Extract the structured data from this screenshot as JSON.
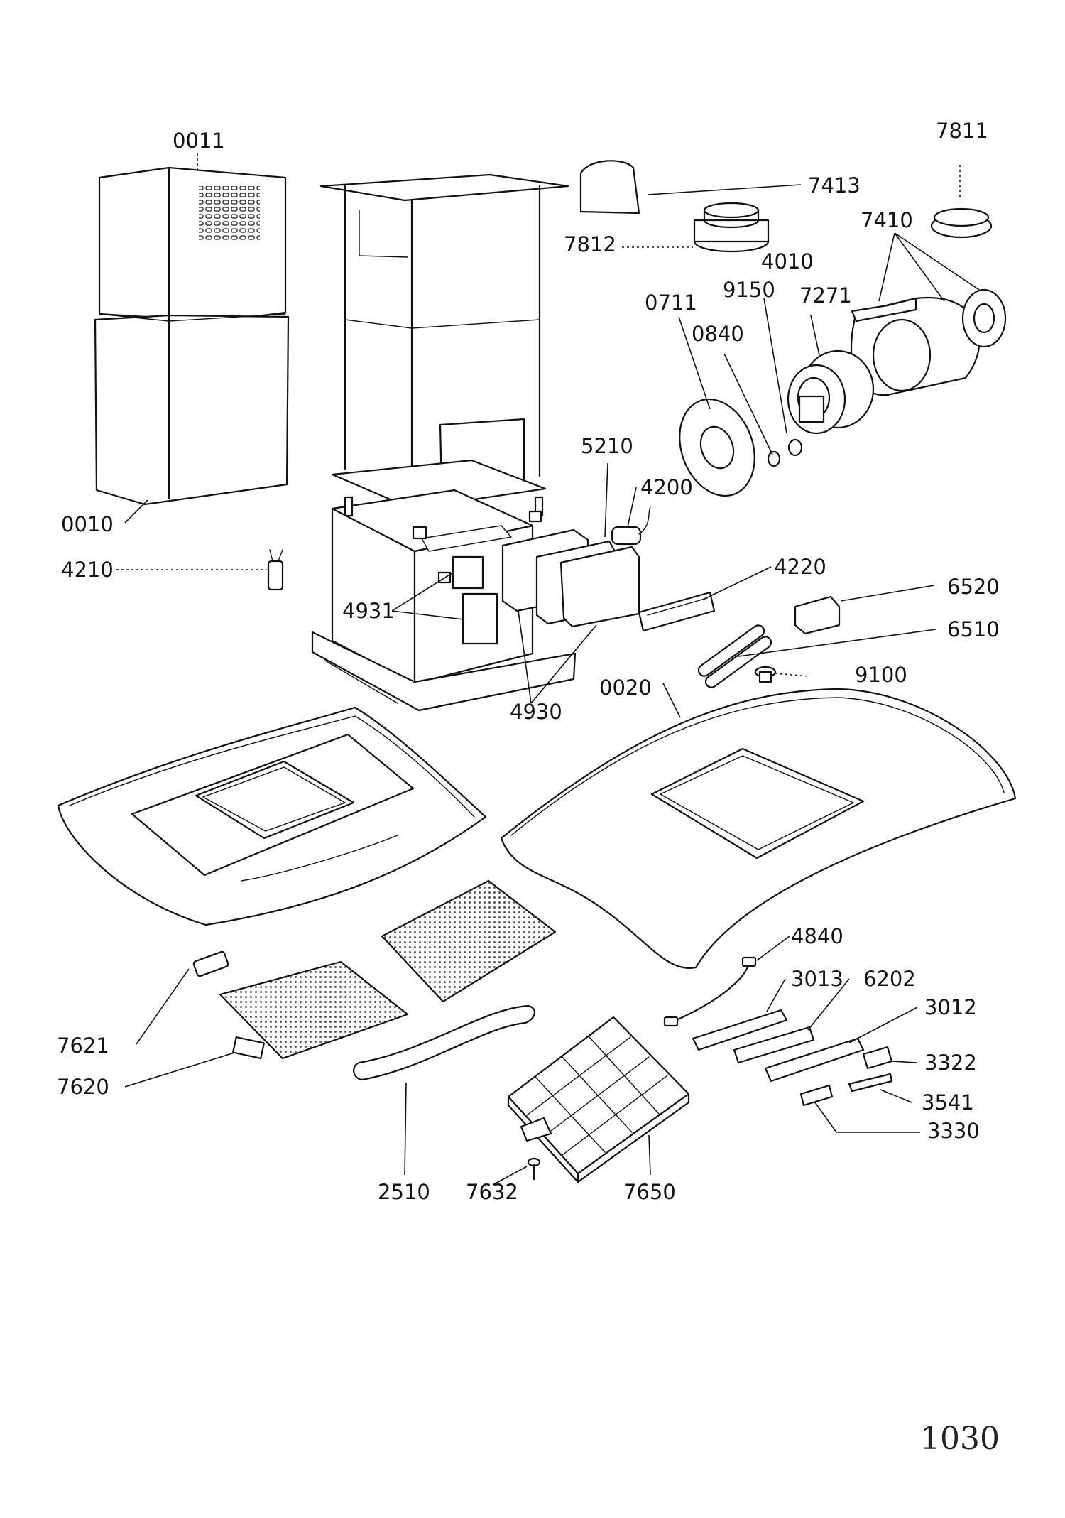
{
  "page_number": "1030",
  "part_labels": {
    "p0011": "0011",
    "p7811": "7811",
    "p7413": "7413",
    "p7410": "7410",
    "p7812": "7812",
    "p4010": "4010",
    "p9150": "9150",
    "p7271": "7271",
    "p0711": "0711",
    "p0840": "0840",
    "p5210": "5210",
    "p4200": "4200",
    "p0010": "0010",
    "p4210": "4210",
    "p4220": "4220",
    "p6520": "6520",
    "p4931": "4931",
    "p6510": "6510",
    "p9100": "9100",
    "p0020": "0020",
    "p4930": "4930",
    "p4840": "4840",
    "p3013": "3013",
    "p6202": "6202",
    "p3012": "3012",
    "p7621": "7621",
    "p3322": "3322",
    "p7620": "7620",
    "p3541": "3541",
    "p3330": "3330",
    "p2510": "2510",
    "p7632": "7632",
    "p7650": "7650"
  }
}
